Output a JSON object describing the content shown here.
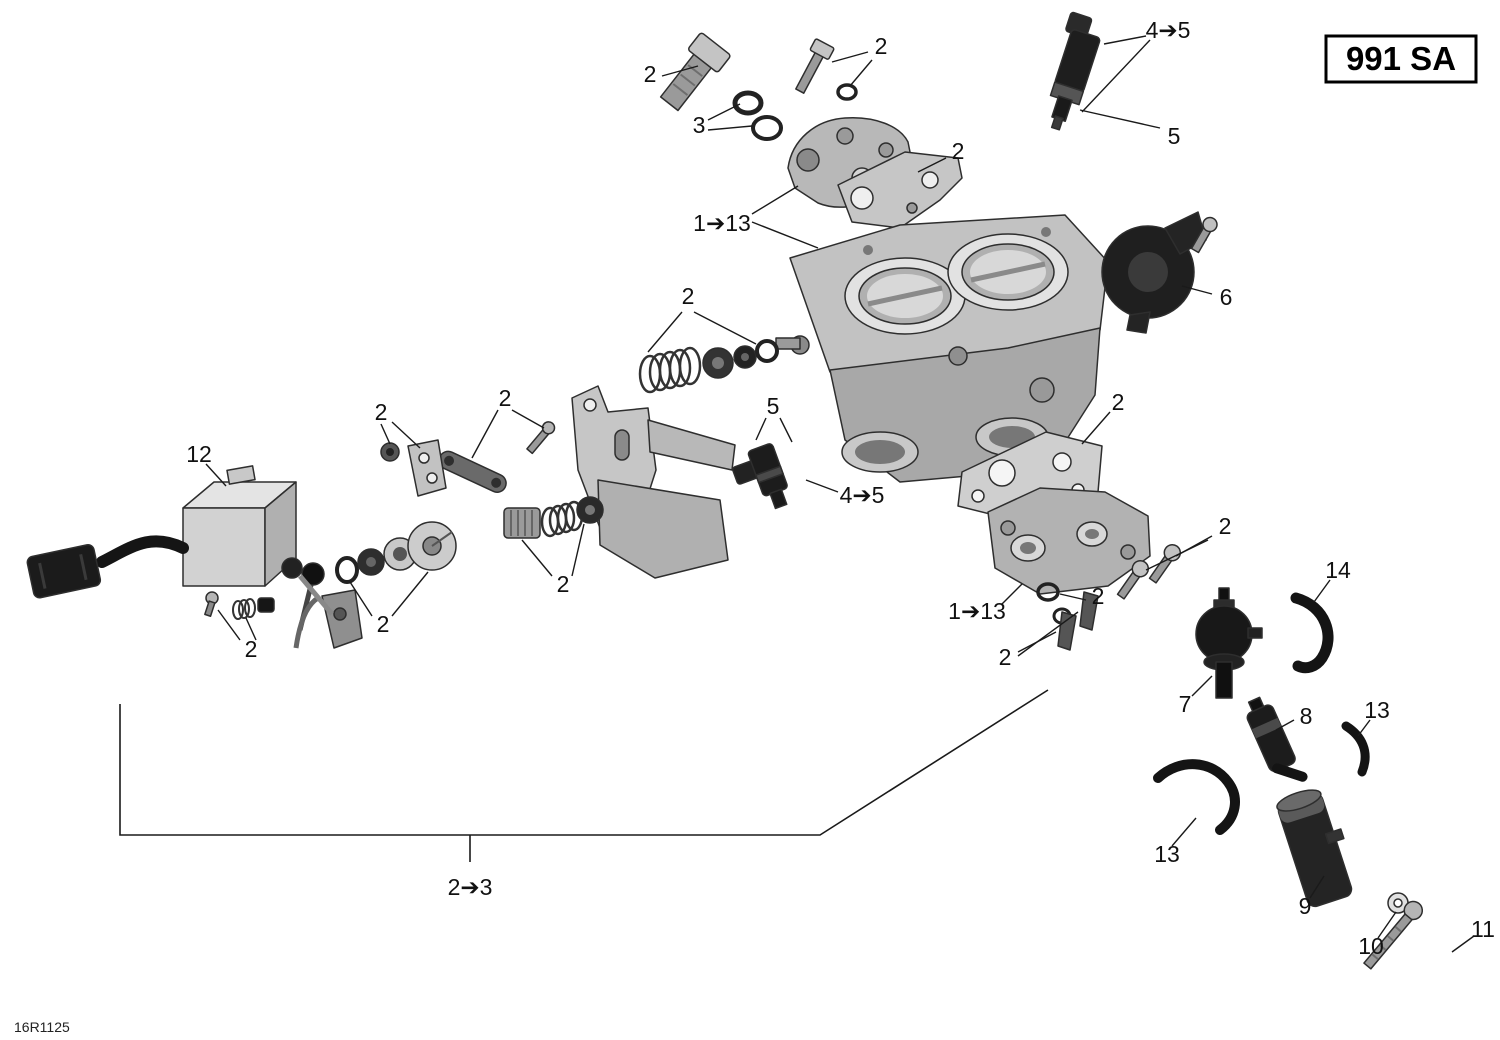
{
  "page": {
    "model_code": "991 SA",
    "diagram_ref": "16R1125"
  },
  "callouts": {
    "bolt_top": "2",
    "washers_top": "3",
    "bolt_small": "2",
    "injector_top_range": "4➔5",
    "injector_top": "5",
    "cable_bracket_range": "1➔13",
    "bracket_plate": "2",
    "tps_sensor": "6",
    "spring_set": "2",
    "injector_mid": "5",
    "injector_mid_range": "4➔5",
    "screw_lever": "2",
    "nut_plate": "2",
    "idle_actuator": "12",
    "actuator_parts": "2",
    "washer_stack": "2",
    "sleeve_spring": "2",
    "gasket_right": "2",
    "screws_right": "2",
    "manifold_range": "1➔13",
    "oring_small": "2",
    "sensor_cones": "2",
    "hose_upper": "14",
    "pressure_regulator": "7",
    "fitting": "8",
    "hose_right": "13",
    "hose_left": "13",
    "canister": "9",
    "washer": "10",
    "bolt_long": "11",
    "assembly_range": "2➔3"
  }
}
